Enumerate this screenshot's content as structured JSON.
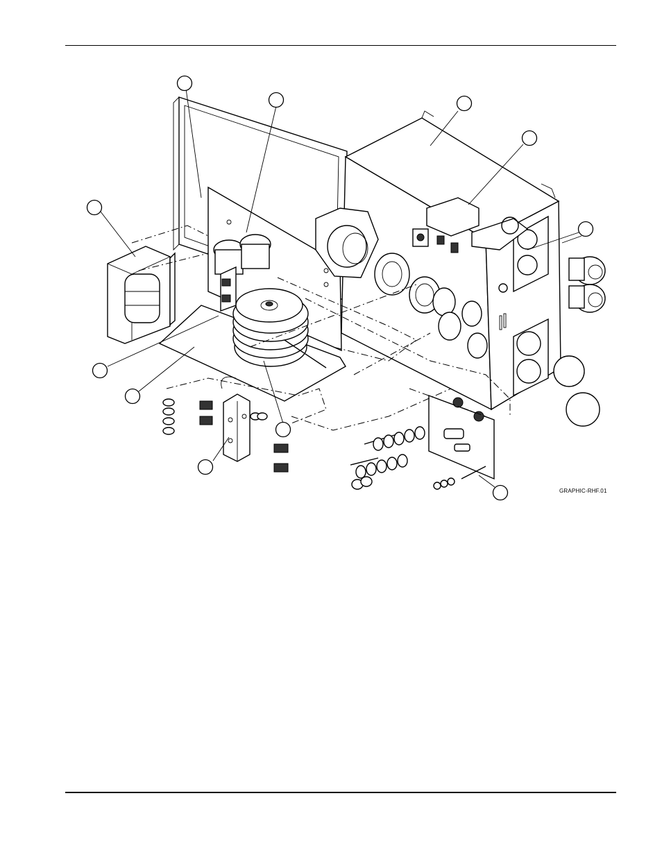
{
  "figure": {
    "graphic_id": "GRAPHIC-RHF.01",
    "callout_count": 12
  },
  "icons": {
    "callout": "blank-callout-circle",
    "parts": [
      "transformer",
      "spark-gap-assembly",
      "hf-coil",
      "mounting-panel",
      "enclosure",
      "contactor",
      "bulkhead-fittings",
      "gas-manifold",
      "capacitor-board",
      "hardware-fasteners"
    ]
  }
}
